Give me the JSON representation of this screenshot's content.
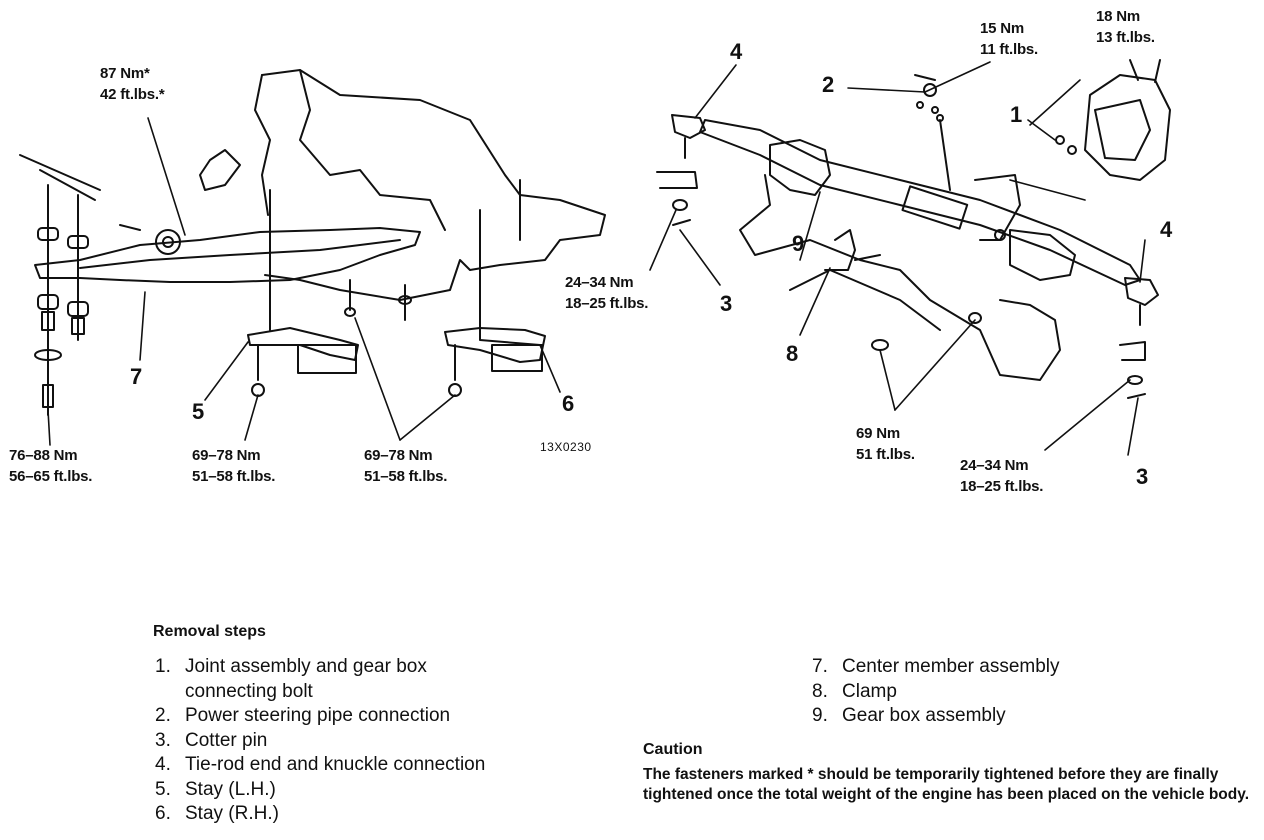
{
  "torque_labels": {
    "t87": [
      "87 Nm*",
      "42 ft.lbs.*"
    ],
    "t15": [
      "15 Nm",
      "11 ft.lbs."
    ],
    "t18": [
      "18 Nm",
      "13 ft.lbs."
    ],
    "t24a": [
      "24–34 Nm",
      "18–25 ft.lbs."
    ],
    "t24b": [
      "24–34 Nm",
      "18–25 ft.lbs."
    ],
    "t76": [
      "76–88 Nm",
      "56–65 ft.lbs."
    ],
    "t69a": [
      "69–78 Nm",
      "51–58 ft.lbs."
    ],
    "t69b": [
      "69–78 Nm",
      "51–58 ft.lbs."
    ],
    "t69c": [
      "69 Nm",
      "51 ft.lbs."
    ]
  },
  "callouts": {
    "c1": "1",
    "c2": "2",
    "c3a": "3",
    "c3b": "3",
    "c4a": "4",
    "c4b": "4",
    "c5": "5",
    "c6": "6",
    "c7": "7",
    "c8": "8",
    "c9": "9"
  },
  "figure_code": "13X0230",
  "removal": {
    "title": "Removal steps",
    "steps": [
      {
        "num": "1.",
        "text": "Joint assembly and gear box",
        "cont": "connecting bolt"
      },
      {
        "num": "2.",
        "text": "Power steering pipe connection"
      },
      {
        "num": "3.",
        "text": "Cotter pin"
      },
      {
        "num": "4.",
        "text": "Tie-rod end and knuckle connection"
      },
      {
        "num": "5.",
        "text": "Stay (L.H.)"
      },
      {
        "num": "6.",
        "text": "Stay (R.H.)"
      },
      {
        "num": "7.",
        "text": "Center member assembly"
      },
      {
        "num": "8.",
        "text": "Clamp"
      },
      {
        "num": "9.",
        "text": "Gear box assembly"
      }
    ]
  },
  "caution": {
    "title": "Caution",
    "text": "The fasteners marked * should be temporarily tightened before they are finally tightened once the total weight of the engine has been placed on the vehicle body."
  }
}
